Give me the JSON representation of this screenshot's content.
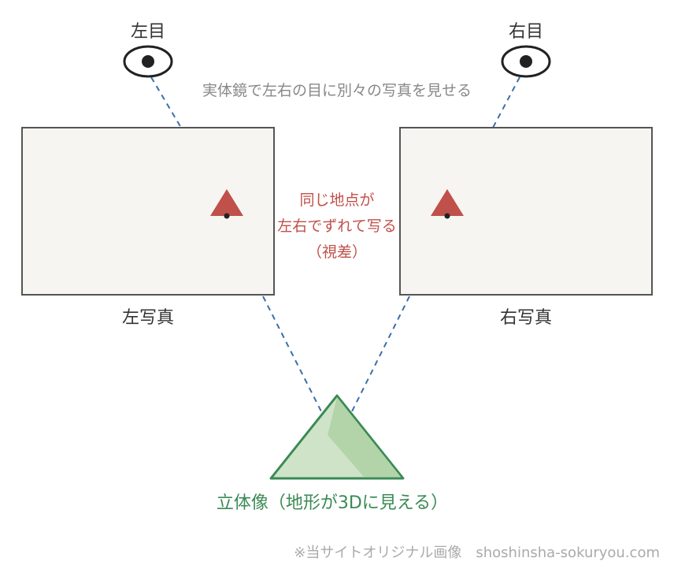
{
  "eyes": {
    "left_label": "左目",
    "right_label": "右目"
  },
  "caption_top": "実体鏡で左右の目に別々の写真を見せる",
  "photos": {
    "left_label": "左写真",
    "right_label": "右写真",
    "parallax_note": [
      "同じ地点が",
      "左右でずれて写る",
      "（視差）"
    ]
  },
  "result_label": "立体像（地形が3Dに見える）",
  "credit": "※当サイトオリジナル画像　shoshinsha-sokuryou.com",
  "colors": {
    "frame": "#555555",
    "photo_fill": "#f6f5f1",
    "dash": "#3b6fa8",
    "marker": "#c0504a",
    "mountain_stroke": "#3a8a55",
    "mountain_fill": "#cfe3c8",
    "mountain_shade": "#b2d4a8"
  }
}
